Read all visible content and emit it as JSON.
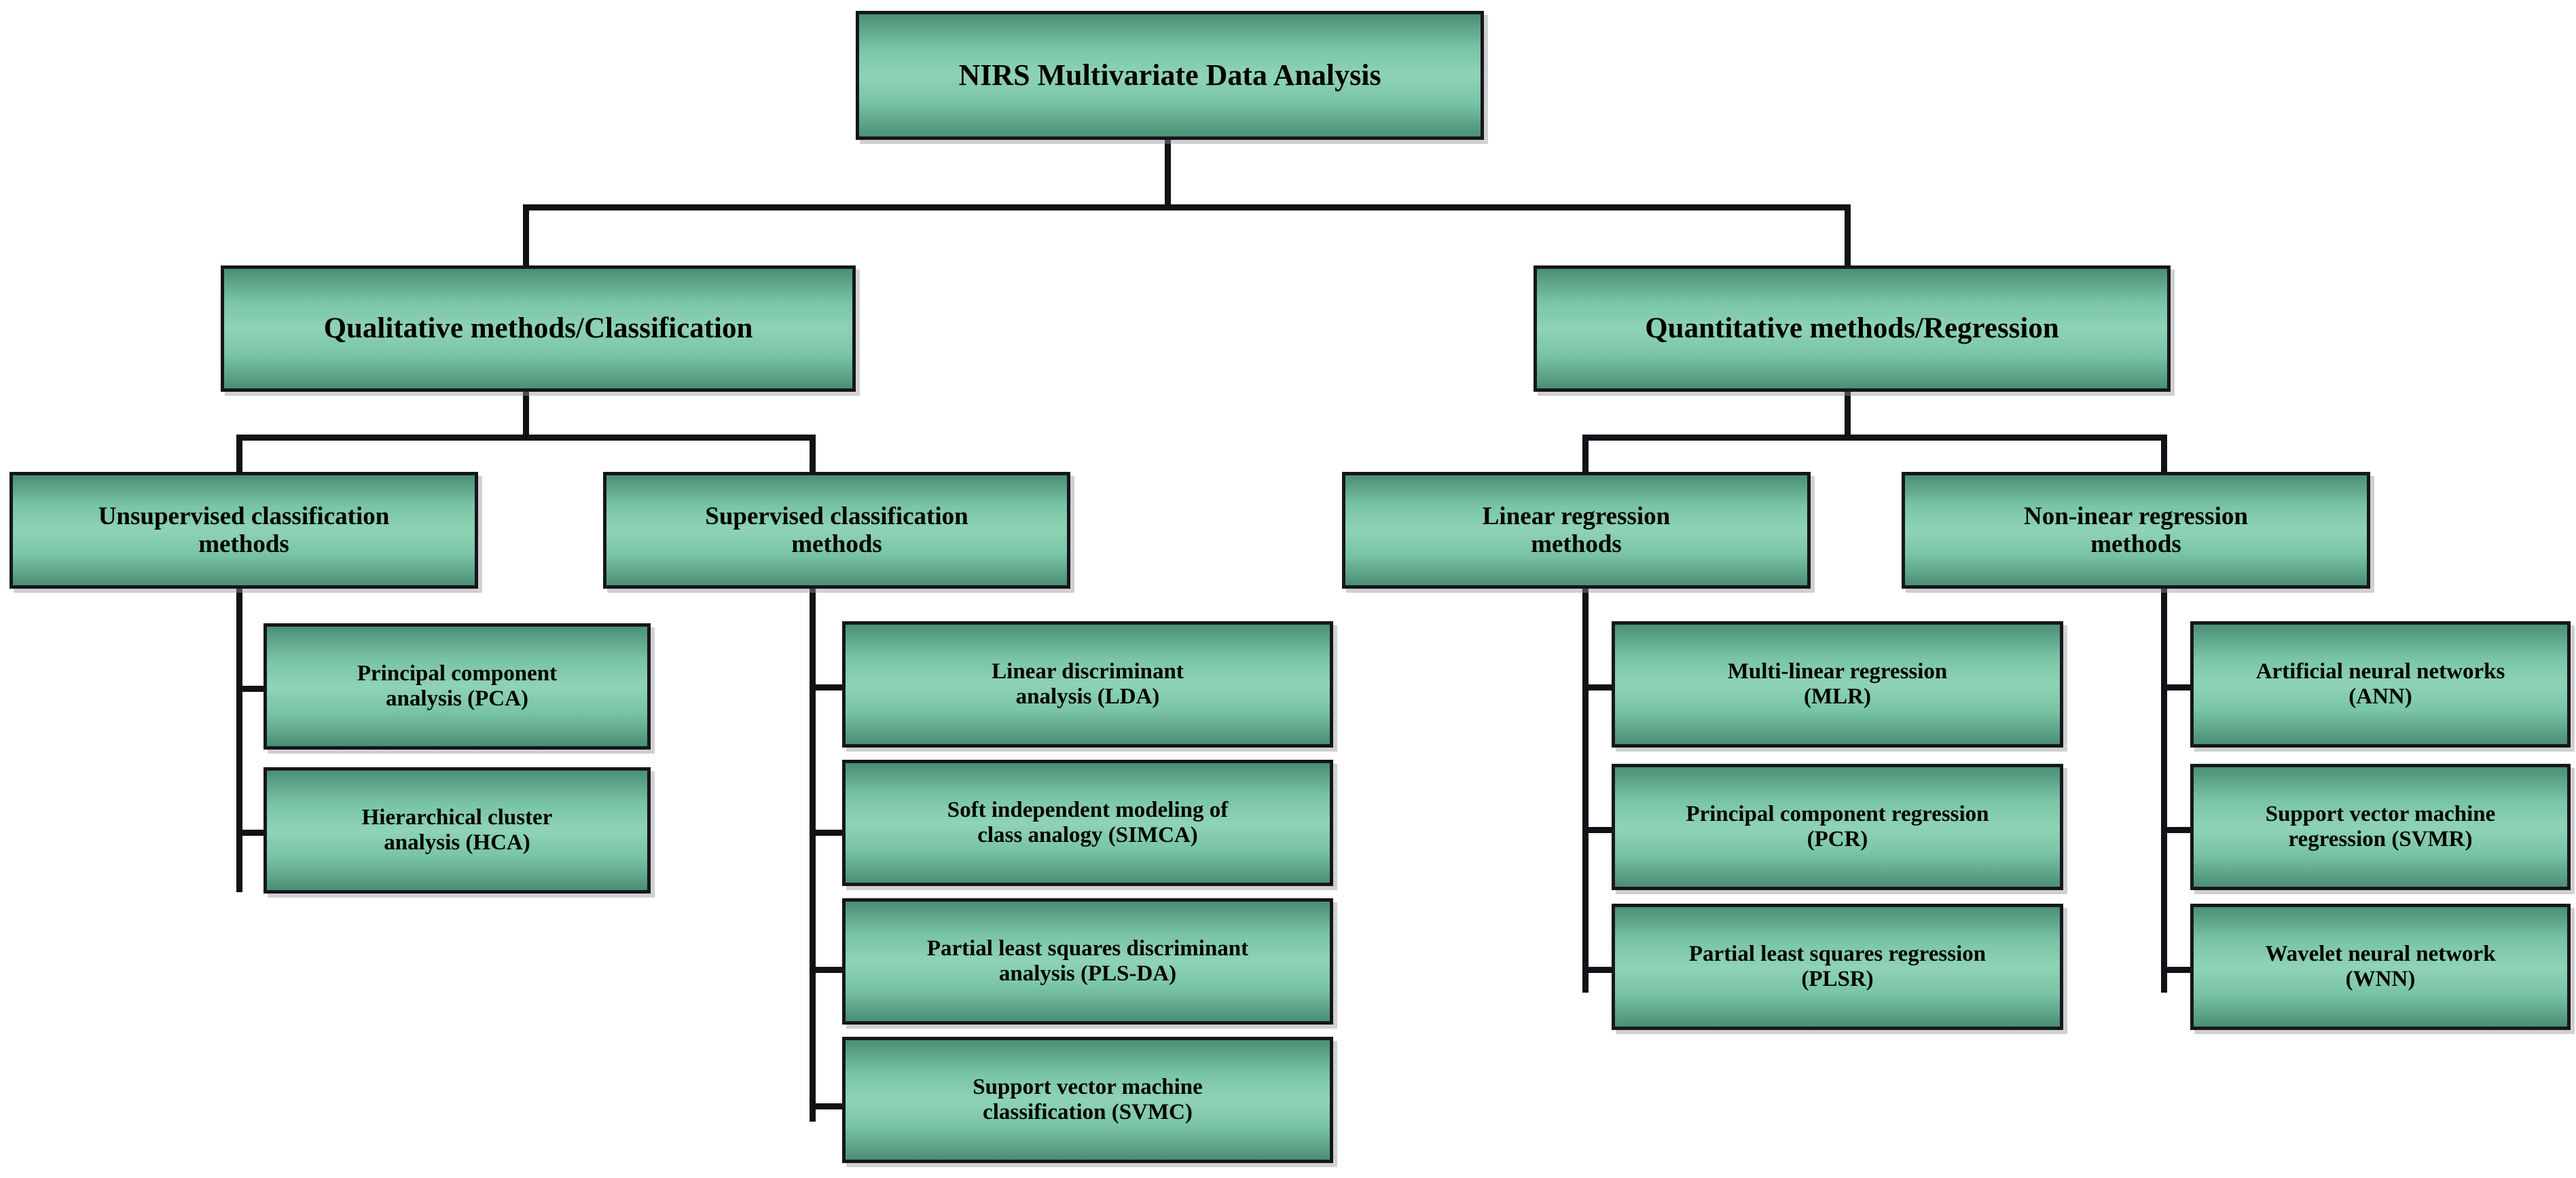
{
  "diagram": {
    "title": "NIRS Multivariate Data Analysis",
    "type": "hierarchy-tree",
    "colors": {
      "box_fill_light": "#8fd3b6",
      "box_fill_dark": "#4b8f75",
      "box_border": "#15161c",
      "connector": "#111217",
      "text": "#000000",
      "background": "#ffffff"
    },
    "root": {
      "label": "NIRS Multivariate Data Analysis"
    },
    "level2": {
      "qualitative": {
        "label": "Qualitative methods/Classification"
      },
      "quantitative": {
        "label": "Quantitative methods/Regression"
      }
    },
    "level3": {
      "unsupervised": {
        "line1": "Unsupervised classification",
        "line2": "methods"
      },
      "supervised": {
        "line1": "Supervised classification",
        "line2": "methods"
      },
      "linear": {
        "line1": "Linear regression",
        "line2": "methods"
      },
      "nonlinear": {
        "line1": "Non-inear regression",
        "line2": "methods"
      }
    },
    "leaves": {
      "unsupervised": [
        {
          "line1": "Principal component",
          "line2": "analysis (PCA)"
        },
        {
          "line1": "Hierarchical cluster",
          "line2": "analysis (HCA)"
        }
      ],
      "supervised": [
        {
          "line1": "Linear discriminant",
          "line2": "analysis (LDA)"
        },
        {
          "line1": "Soft independent modeling of",
          "line2": "class analogy (SIMCA)"
        },
        {
          "line1": "Partial least squares discriminant",
          "line2": "analysis (PLS-DA)"
        },
        {
          "line1": "Support vector machine",
          "line2": "classification (SVMC)"
        }
      ],
      "linear": [
        {
          "line1": "Multi-linear regression",
          "line2": "(MLR)"
        },
        {
          "line1": "Principal component regression",
          "line2": "(PCR)"
        },
        {
          "line1": "Partial least squares regression",
          "line2": "(PLSR)"
        }
      ],
      "nonlinear": [
        {
          "line1": "Artificial neural networks",
          "line2": "(ANN)"
        },
        {
          "line1": "Support vector machine",
          "line2": "regression  (SVMR)"
        },
        {
          "line1": "Wavelet neural network",
          "line2": "(WNN)"
        }
      ]
    }
  }
}
